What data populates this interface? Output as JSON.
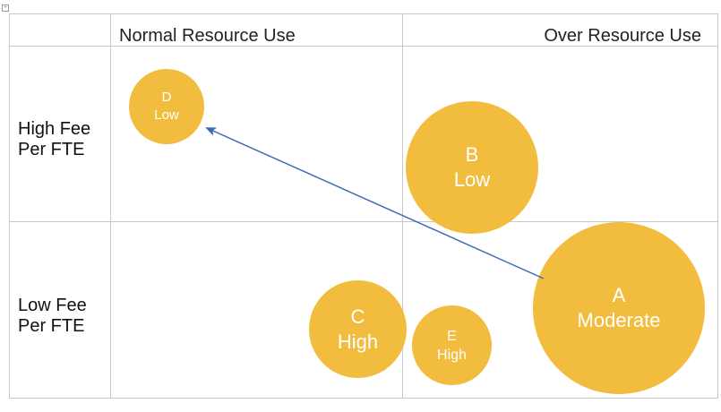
{
  "columns": {
    "normal": "Normal Resource Use",
    "over": "Over Resource Use"
  },
  "rows": {
    "high_line1": "High Fee",
    "high_line2": "Per FTE",
    "low_line1": "Low Fee",
    "low_line2": "Per FTE"
  },
  "bubbles": {
    "a": {
      "letter": "A",
      "rating": "Moderate"
    },
    "b": {
      "letter": "B",
      "rating": "Low"
    },
    "c": {
      "letter": "C",
      "rating": "High"
    },
    "d": {
      "letter": "D",
      "rating": "Low"
    },
    "e": {
      "letter": "E",
      "rating": "High"
    }
  },
  "colors": {
    "bubble": "#f2bd3e",
    "arrow": "#3b6cb4",
    "grid": "#c8c8c8"
  }
}
